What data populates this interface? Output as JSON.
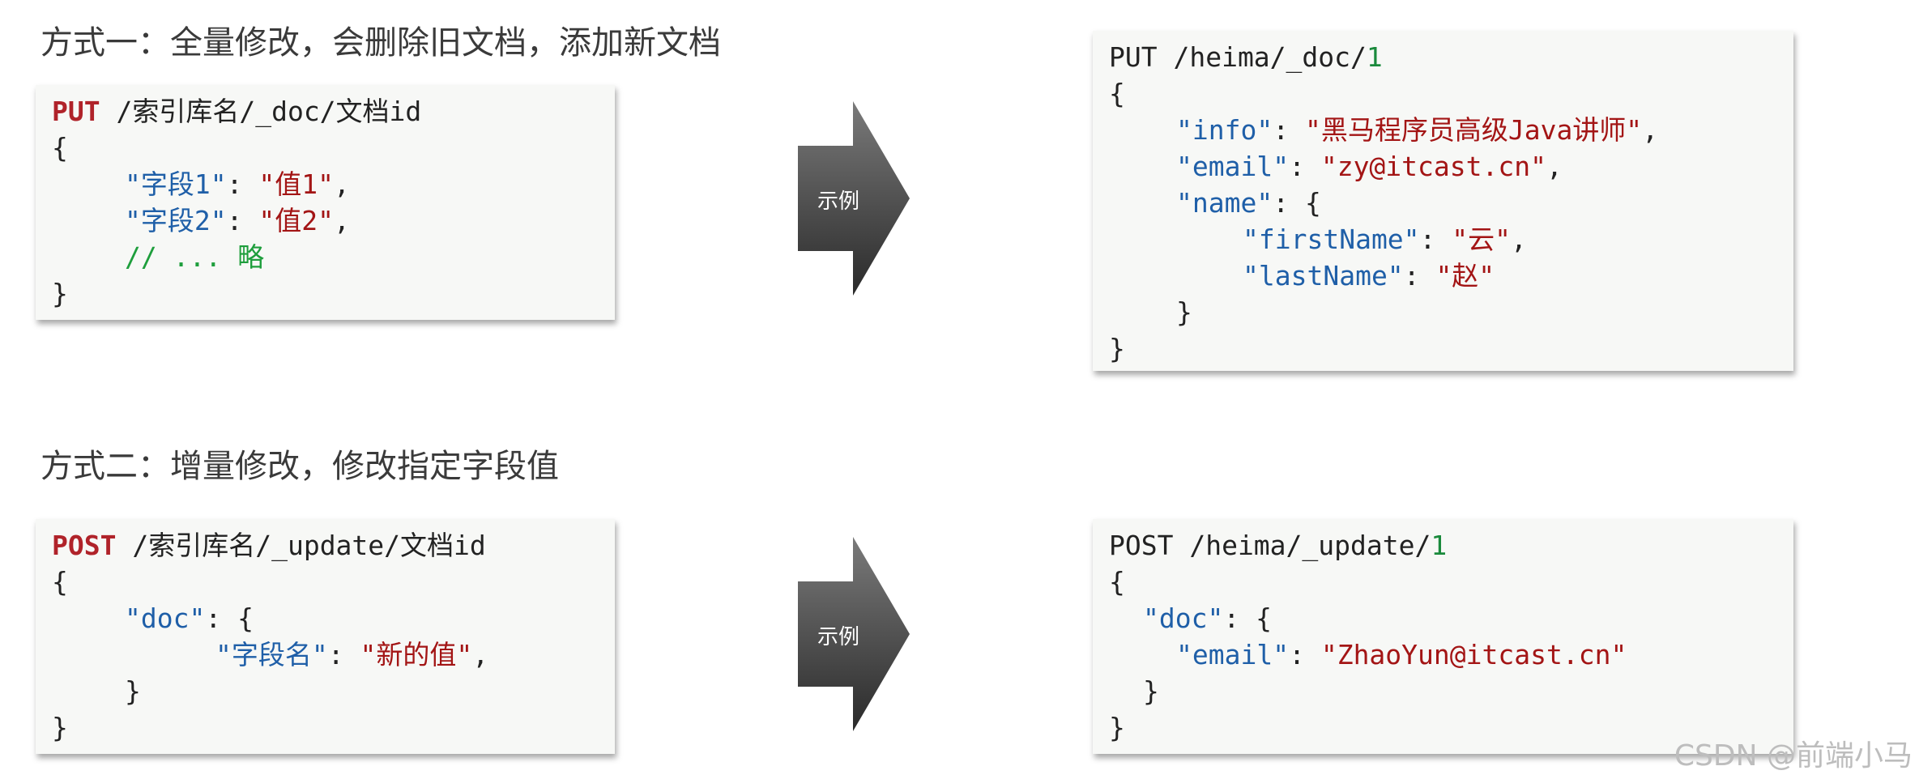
{
  "section1": {
    "title": "方式一：全量修改，会删除旧文档，添加新文档",
    "template": {
      "method": "PUT",
      "path": " /索引库名/_doc/文档id",
      "open_brace": "{",
      "field1_key": "\"字段1\"",
      "field1_colon": ": ",
      "field1_value": "\"值1\"",
      "field1_comma": ",",
      "field2_key": "\"字段2\"",
      "field2_colon": ": ",
      "field2_value": "\"值2\"",
      "field2_comma": ",",
      "comment": "// ... 略",
      "close_brace": "}"
    },
    "arrow_label": "示例",
    "example": {
      "request_prefix": "PUT /heima/_doc/",
      "doc_id": "1",
      "open_brace": "{",
      "info_key": "\"info\"",
      "info_colon": ": ",
      "info_value": "\"黑马程序员高级Java讲师\"",
      "info_comma": ",",
      "email_key": "\"email\"",
      "email_colon": ": ",
      "email_value": "\"zy@itcast.cn\"",
      "email_comma": ",",
      "name_key": "\"name\"",
      "name_open": ": {",
      "first_key": "\"firstName\"",
      "first_colon": ": ",
      "first_value": "\"云\"",
      "first_comma": ",",
      "last_key": "\"lastName\"",
      "last_colon": ": ",
      "last_value": "\"赵\"",
      "name_close": "}",
      "close_brace": "}"
    }
  },
  "section2": {
    "title": "方式二：增量修改，修改指定字段值",
    "template": {
      "method": "POST",
      "path": " /索引库名/_update/文档id",
      "open_brace": "{",
      "doc_key": "\"doc\"",
      "doc_open": ": {",
      "field_key": "\"字段名\"",
      "field_colon": ": ",
      "field_value": "\"新的值\"",
      "field_comma": ",",
      "doc_close": "}",
      "close_brace": "}"
    },
    "arrow_label": "示例",
    "example": {
      "request_prefix": "POST /heima/_update/",
      "doc_id": "1",
      "open_brace": "{",
      "doc_key": "\"doc\"",
      "doc_open": ": {",
      "email_key": "\"email\"",
      "email_colon": ": ",
      "email_value": "\"ZhaoYun@itcast.cn\"",
      "doc_close": "}",
      "close_brace": "}"
    }
  },
  "watermark": "CSDN @前端小马",
  "colors": {
    "method": "#b0232a",
    "key": "#1f5fa8",
    "string": "#a31515",
    "number": "#1a8a3c",
    "comment": "#1e9e3c",
    "box_bg": "#f7f8f6"
  }
}
